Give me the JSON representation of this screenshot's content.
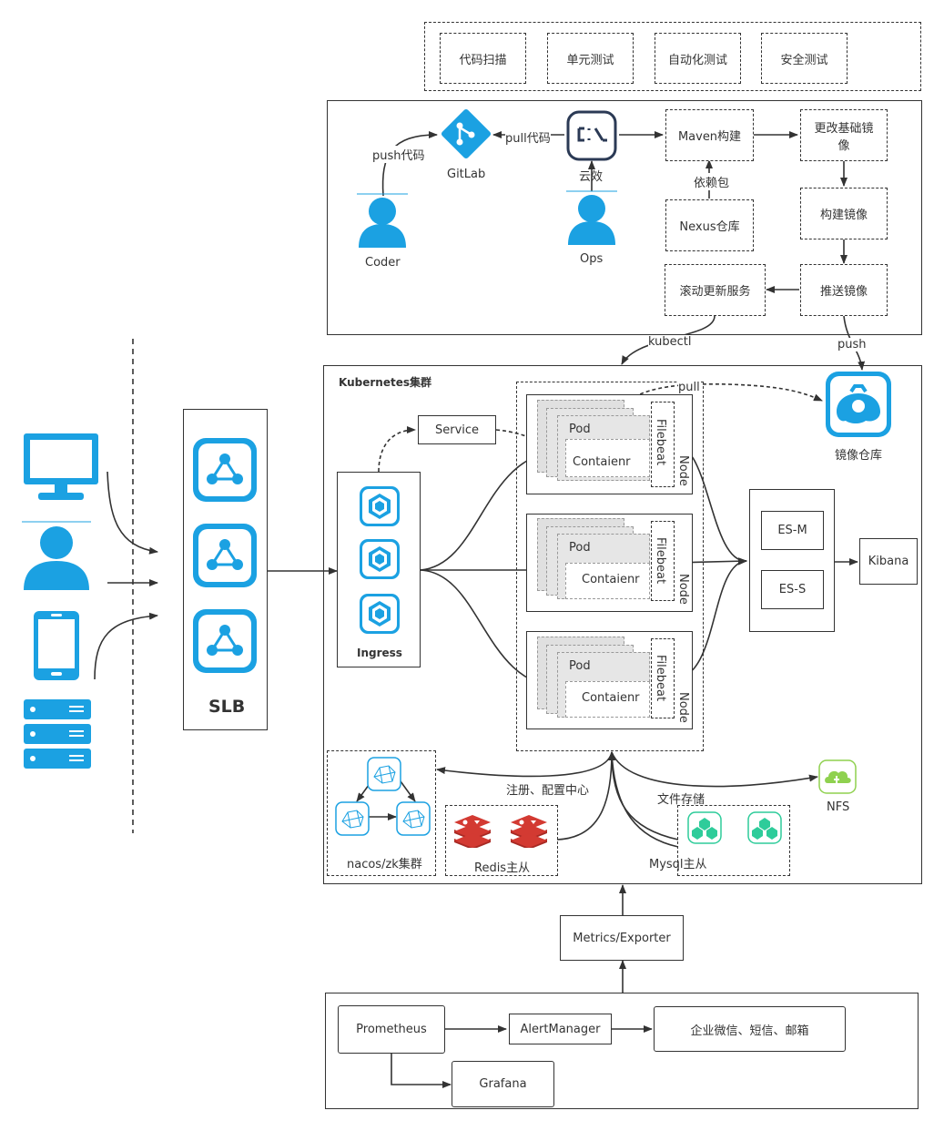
{
  "tests": [
    "代码扫描",
    "单元测试",
    "自动化测试",
    "安全测试"
  ],
  "ci": {
    "gitlab": "GitLab",
    "push_code": "push代码",
    "pull_code": "pull代码",
    "yunxiao": "云效",
    "coder": "Coder",
    "ops": "Ops",
    "maven": "Maven构建",
    "deps": "依赖包",
    "nexus": "Nexus仓库",
    "change_base": "更改基础镜像",
    "build_image": "构建镜像",
    "push_image": "推送镜像",
    "rolling_update": "滚动更新服务",
    "kubectl": "kubectl",
    "push": "push"
  },
  "k8s": {
    "title": "Kubernetes集群",
    "service": "Service",
    "ingress": "Ingress",
    "pull": "pull",
    "registry": "镜像仓库",
    "pod": "Pod",
    "container": "Contaienr",
    "filebeat": "Filebeat",
    "node": "Node",
    "es_m": "ES-M",
    "es_s": "ES-S",
    "kibana": "Kibana",
    "register_config": "注册、配置中心",
    "file_storage": "文件存储",
    "nfs": "NFS",
    "nacos": "nacos/zk集群",
    "redis": "Redis主从",
    "mysql": "Mysql主从"
  },
  "slb": "SLB",
  "monitoring": {
    "metrics": "Metrics/Exporter",
    "prometheus": "Prometheus",
    "alertmanager": "AlertManager",
    "notify": "企业微信、短信、邮箱",
    "grafana": "Grafana"
  },
  "colors": {
    "accent_blue": "#1ba1e2",
    "redis_red": "#d33a32",
    "mysql_green": "#2ecc9a",
    "nfs_green": "#8fd14f",
    "line": "#333333"
  },
  "icons": [
    "monitor-icon",
    "user-icon",
    "phone-icon",
    "server-icon",
    "gitlab-icon",
    "terminal-icon",
    "network-icon",
    "ingress-cube-icon",
    "registry-icon",
    "nacos-icon",
    "redis-icon",
    "mysql-icon",
    "nfs-icon"
  ]
}
